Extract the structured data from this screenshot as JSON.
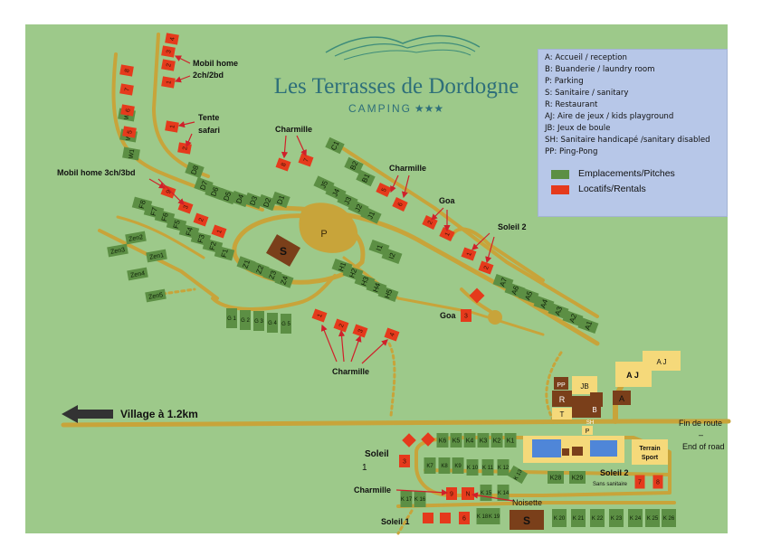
{
  "title": {
    "name": "Les Terrasses de Dordogne",
    "subtitle": "CAMPING",
    "stars": "★★★"
  },
  "colors": {
    "background": "#9dc98a",
    "road": "#c8a43a",
    "pitch": "#5c8f44",
    "rental": "#e53a1c",
    "building_dark": "#7a3f1a",
    "building_light": "#f5d97a",
    "pool": "#4f86d8",
    "legend_bg": "#b7c7e8"
  },
  "legend": {
    "facilities": [
      "A:  Accueil / reception",
      "B:  Buanderie / laundry room",
      "P:  Parking",
      "S:  Sanitaire / sanitary",
      "R:  Restaurant",
      "AJ: Aire de jeux / kids playground",
      "JB: Jeux de boule",
      "SH: Sanitaire handicapé /sanitary disabled",
      "PP: Ping-Pong"
    ],
    "pitches_label": "Emplacements/Pitches",
    "rentals_label": "Locatifs/Rentals"
  },
  "labels": {
    "mobil_home_2": "Mobil home",
    "mobil_home_2b": "2ch/2bd",
    "tente": "Tente",
    "safari": "safari",
    "charmille_a": "Charmille",
    "charmille_b": "Charmille",
    "mobil_home_3": "Mobil home 3ch/3bd",
    "goa_a": "Goa",
    "goa_b": "Goa",
    "soleil2_a": "Soleil 2",
    "charmille_c": "Charmille",
    "village": "Village à 1.2km",
    "fin_route": "Fin de route",
    "dash": "–",
    "end_road": "End of road",
    "soleil1_a": "Soleil",
    "soleil1_a2": "1",
    "soleil2_b": "Soleil 2",
    "sans_sanitaire": "Sans sanitaire",
    "charmille_d": "Charmille",
    "noisette": "Noisette",
    "soleil1_b": "Soleil 1",
    "terrain": "Terrain",
    "sport": "Sport",
    "aj_small": "A J",
    "aj_big": "A J",
    "parking": "P"
  },
  "pitches_upper": {
    "D": [
      "D1",
      "D2",
      "D3",
      "D4",
      "D5",
      "D6",
      "D7",
      "D8"
    ],
    "E": [
      "E1",
      "E2",
      "E3",
      "E4",
      "E5",
      "E6",
      "E7"
    ],
    "F": [
      "F1",
      "F2",
      "F3",
      "F4",
      "F5",
      "F6",
      "F7",
      "F8"
    ],
    "Zen": [
      "Zen1",
      "Zen2",
      "Zen3",
      "Zen4",
      "Zen5"
    ],
    "Z": [
      "Z1",
      "Z2",
      "Z3",
      "Z4"
    ],
    "G": [
      "G 1",
      "G 2",
      "G 3",
      "G 4",
      "G 5"
    ],
    "H": [
      "H1",
      "H2",
      "H3",
      "H4",
      "H5"
    ],
    "I": [
      "I1",
      "I2"
    ],
    "J": [
      "J1",
      "J2",
      "J3",
      "J4",
      "J5"
    ],
    "B": [
      "B1",
      "B2"
    ],
    "C": [
      "C1"
    ],
    "A": [
      "A1",
      "A2",
      "A3",
      "A4",
      "A5",
      "A6",
      "A7"
    ],
    "W": [
      "W1",
      "W2",
      "W3"
    ]
  },
  "pitches_lower": {
    "row1": [
      "K6",
      "K5",
      "K4",
      "K3",
      "K2",
      "K1"
    ],
    "row2": [
      "K7",
      "K8",
      "K9",
      "K 10",
      "K 11",
      "K 12"
    ],
    "row3": [
      "K28",
      "K29"
    ],
    "bottom": [
      "K 20",
      "K 21",
      "K 22",
      "K 23",
      "K 24",
      "K 25",
      "K 26"
    ],
    "misc": [
      "K 17",
      "K 16",
      "K 18",
      "K 19",
      "K 15",
      "K 14",
      "K 13"
    ]
  },
  "rentals": {
    "mh2": [
      "1",
      "2",
      "3",
      "4"
    ],
    "tente": [
      "1",
      "2"
    ],
    "mh3_left": [
      "5",
      "6",
      "7",
      "8"
    ],
    "mh3": [
      "1",
      "2",
      "3"
    ],
    "charmille_top": [
      "8",
      "7"
    ],
    "charmille_mid": [
      "5",
      "6",
      "7",
      "8"
    ],
    "goa": [
      "1",
      "2",
      "3"
    ],
    "soleil2": [
      "1",
      "2"
    ],
    "charmille_low": [
      "1",
      "2",
      "3",
      "4"
    ],
    "soleil1": [
      "3"
    ],
    "lower_row": [
      "9",
      "N",
      "6",
      "7",
      "8"
    ]
  },
  "buildings": {
    "s_top": "S",
    "pp": "PP",
    "jb": "JB",
    "r": "R",
    "s_mid": "S",
    "b": "B",
    "t": "T",
    "sh": "SH",
    "p_small": "P",
    "a": "A",
    "s_bottom": "S"
  }
}
